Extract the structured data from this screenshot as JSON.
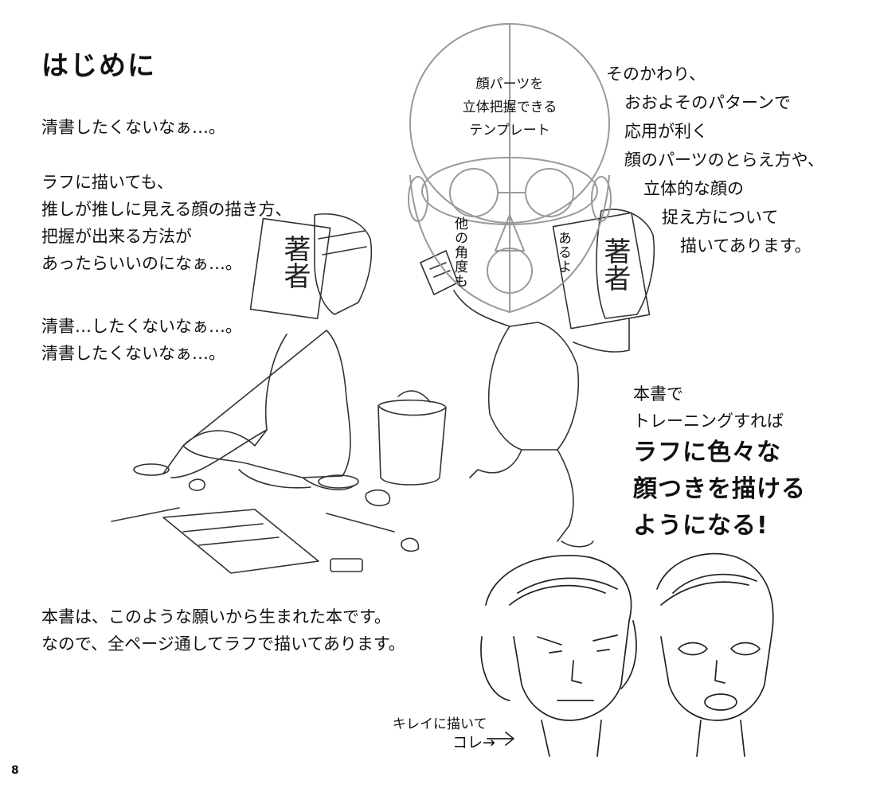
{
  "page": {
    "title": "はじめに",
    "number": "8"
  },
  "intro": {
    "p1": "清書したくないなぁ…。",
    "p2": "ラフに描いても、\n推しが推しに見える顔の描き方、\n把握が出来る方法が\nあったらいいのになぁ…。",
    "p3": "清書…したくないなぁ…。\n清書したくないなぁ…。",
    "p4": "本書は、このような願いから生まれた本です。\nなので、全ページ通してラフで描いてあります。"
  },
  "template_note": {
    "line1": "顔パーツを",
    "line2": "立体把握できる",
    "line3": "テンプレート"
  },
  "right_text": [
    "そのかわり、",
    "おおよそのパターンで",
    "応用が利く",
    "顔のパーツのとらえ方や、",
    "立体的な顔の",
    "捉え方について",
    "描いてあります。"
  ],
  "side_notes": {
    "other_angles": "他の角度も",
    "there_is": "あるよ",
    "author_sign": "著者",
    "clean_drawing_label": "キレイに描いて",
    "this_label": "コレ→"
  },
  "promo": {
    "line1": "本書で",
    "line2": "トレーニングすれば",
    "big1": "ラフに色々な",
    "big2": "顔つきを描ける",
    "big3": "ようになる!"
  },
  "colors": {
    "ink": "#111111",
    "sketch": "#333333",
    "guide": "#9a9a9a"
  }
}
